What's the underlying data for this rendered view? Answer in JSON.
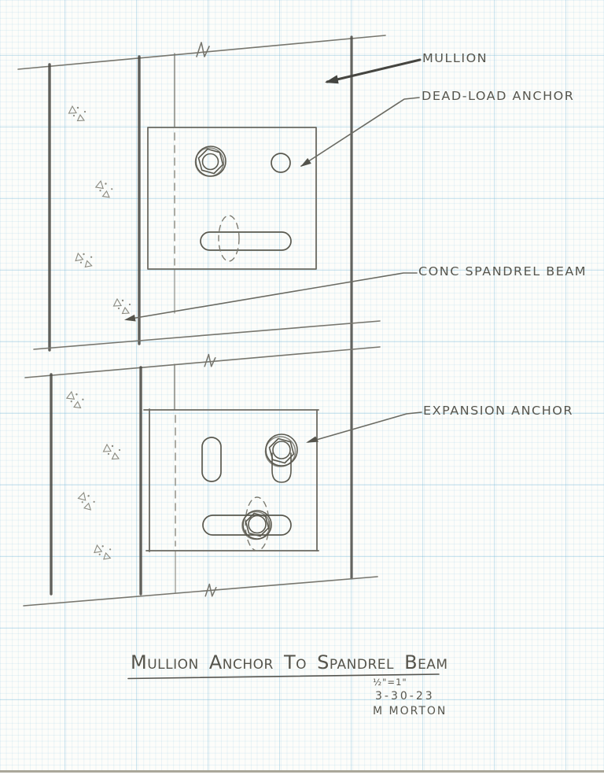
{
  "sketch": {
    "callouts": [
      {
        "text": "MULLION"
      },
      {
        "text": "DEAD-LOAD ANCHOR"
      },
      {
        "text": "CONC SPANDREL BEAM"
      },
      {
        "text": "EXPANSION ANCHOR"
      }
    ],
    "title_block": {
      "title": "Mullion Anchor To Spandrel Beam",
      "scale": "½\"=1\"",
      "date": "3-30-23",
      "author": "M MORTON"
    },
    "colors": {
      "paper": "#fdfdfa",
      "grid_minor": "#dcedf6",
      "grid_major": "#bfe0f0",
      "pencil": "#77766e",
      "pencil_dark": "#4b4a44",
      "lettering": "#57564e"
    }
  }
}
